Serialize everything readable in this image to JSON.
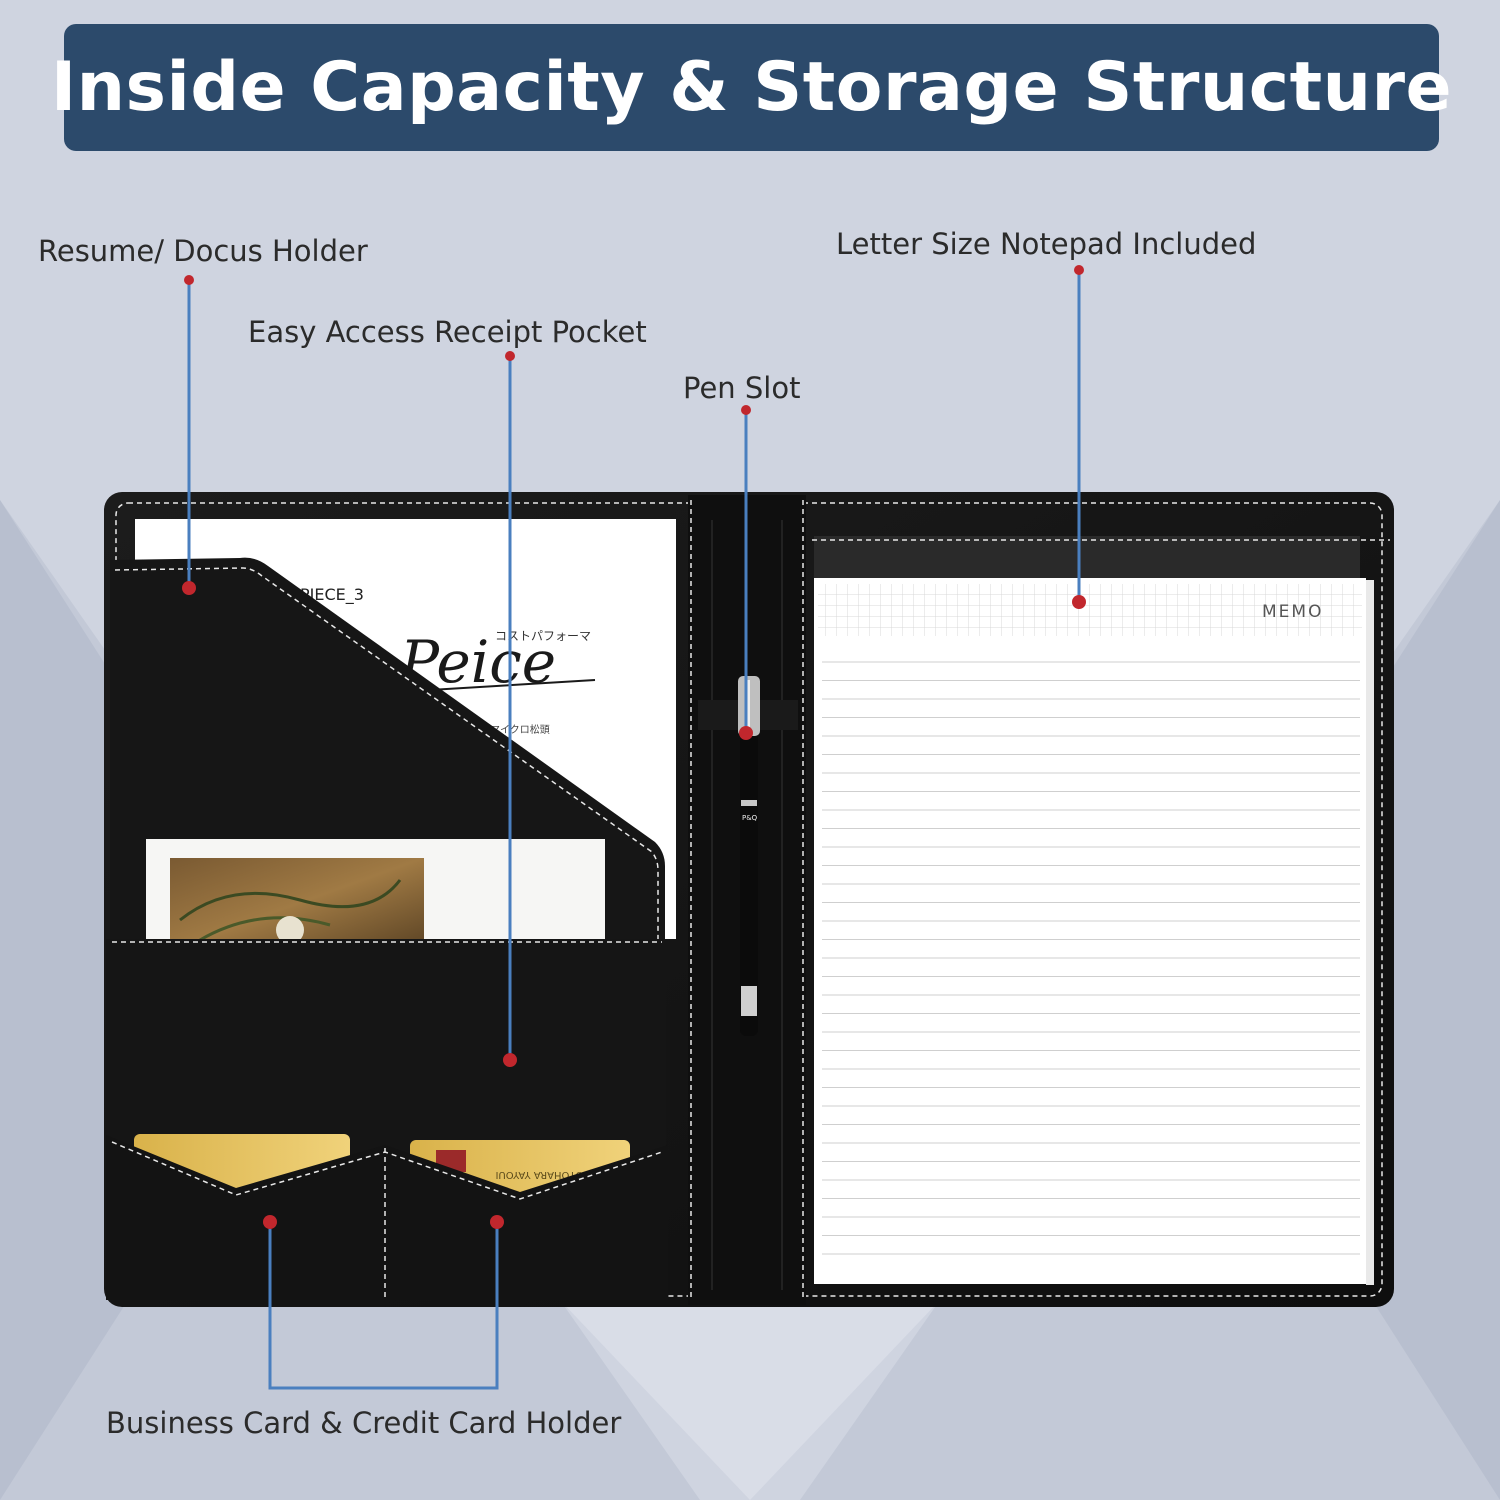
{
  "title": "Inside Capacity & Storage Structure",
  "callouts": {
    "resume_holder": "Resume/ Docus Holder",
    "receipt_pocket": "Easy Access Receipt Pocket",
    "pen_slot": "Pen Slot",
    "notepad": "Letter Size Notepad Included",
    "card_holder": "Business Card & Credit Card Holder"
  },
  "notepad_label": "MEMO",
  "document_text": {
    "code": "PIECE_3",
    "katakana": "コストパフォーマ",
    "script": "Peice",
    "small_line": "マイクロ松頭"
  },
  "card_text": "MOTOHARA YAYOUI",
  "pen_brand": "P&Q",
  "colors": {
    "banner": "#2c4a6b",
    "background": "#cfd4e0",
    "leather": "#141414",
    "stitch": "#e8e8e8",
    "leader_line": "#4a7fbf",
    "marker_dot": "#c1272d"
  }
}
